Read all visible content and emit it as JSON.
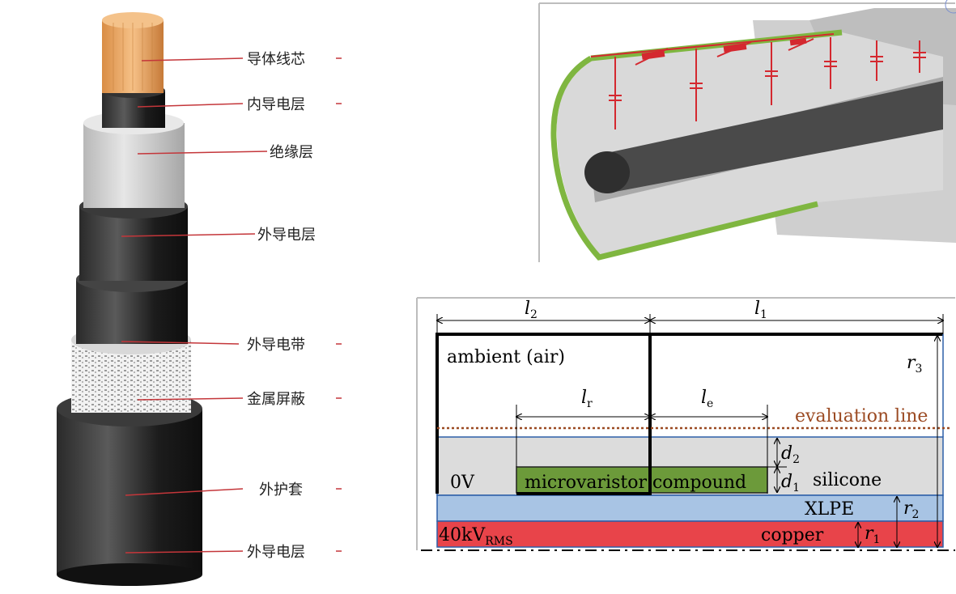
{
  "cable_labels": [
    "导体线芯",
    "内导电层",
    "绝缘层",
    "外导电层",
    "外导电带",
    "金属屏蔽",
    "外护套",
    "外导电层"
  ],
  "colors": {
    "conductor": "#e8a865",
    "leader": "#c4363a",
    "varistor": "#6c9a3a",
    "green_coat": "#7fb640",
    "xlpe": "#a8c4e4",
    "copper": "#e8444a",
    "silicone": "#dcdcdc",
    "eval_line": "#9b4a22"
  },
  "cross_section": {
    "dim_l2": "l",
    "dim_l2_sub": "2",
    "dim_l1": "l",
    "dim_l1_sub": "1",
    "dim_lr": "l",
    "dim_lr_sub": "r",
    "dim_le": "l",
    "dim_le_sub": "e",
    "dim_r3": "r",
    "dim_r3_sub": "3",
    "dim_r2": "r",
    "dim_r2_sub": "2",
    "dim_r1": "r",
    "dim_r1_sub": "1",
    "dim_d2": "d",
    "dim_d2_sub": "2",
    "dim_d1": "d",
    "dim_d1_sub": "1",
    "ambient": "ambient (air)",
    "evaluation_line": "evaluation line",
    "zero_v": "0V",
    "microvaristor_compound": "microvaristor compound",
    "silicone": "silicone",
    "xlpe": "XLPE",
    "voltage_main": "40kV",
    "voltage_sub": "RMS",
    "copper": "copper"
  }
}
